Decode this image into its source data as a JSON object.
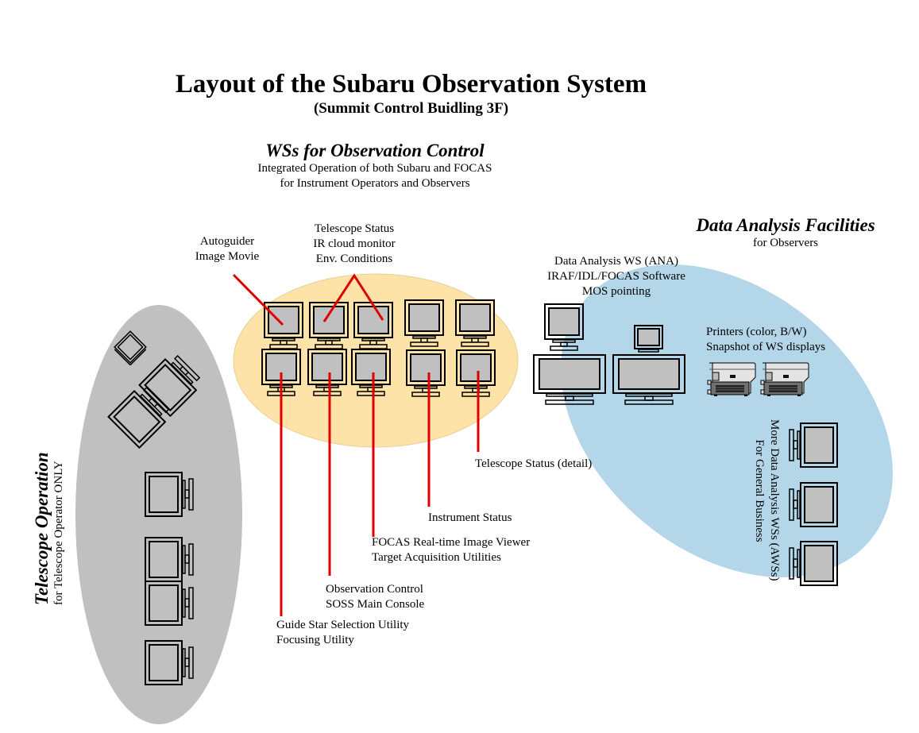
{
  "title": "Layout of the Subaru Observation System",
  "subtitle": "(Summit Control Buidling 3F)",
  "colors": {
    "telescope_area": "#c0c0c0",
    "control_area": "#fde3a7",
    "analysis_area": "#b3d6e8",
    "leader_line": "#e00000",
    "screen": "#c0c0c0"
  },
  "observation_control": {
    "title": "WSs for Observation Control",
    "description_lines": [
      "Integrated Operation of both Subaru and FOCAS",
      "for Instrument Operators and Observers"
    ],
    "labels": {
      "autoguider": [
        "Autoguider",
        "Image Movie"
      ],
      "telescope_status": [
        "Telescope Status",
        "IR cloud monitor",
        "Env. Conditions"
      ],
      "telescope_status_detail": [
        "Telescope Status (detail)"
      ],
      "instrument_status": [
        "Instrument Status"
      ],
      "focas_viewer": [
        "FOCAS Real-time Image Viewer",
        "Target Acquisition Utilities"
      ],
      "observation_control": [
        "Observation Control",
        "SOSS Main Console"
      ],
      "guide_star": [
        "Guide Star Selection Utility",
        "Focusing Utility"
      ]
    },
    "workstation_count": 10
  },
  "telescope_operation": {
    "title": "Telescope Operation",
    "description": "for Telescope Operator ONLY",
    "workstation_count": 7
  },
  "data_analysis": {
    "title": "Data Analysis Facilities",
    "description": "for Observers",
    "ana_label": [
      "Data Analysis WS (ANA)",
      "IRAF/IDL/FOCAS Software",
      "MOS pointing"
    ],
    "printers_label": [
      "Printers (color, B/W)",
      "Snapshot of WS displays"
    ],
    "aws_label": [
      "More Data Analysis WSs (AWSs)",
      "For General Business"
    ],
    "printer_count": 2,
    "aws_count": 3
  }
}
